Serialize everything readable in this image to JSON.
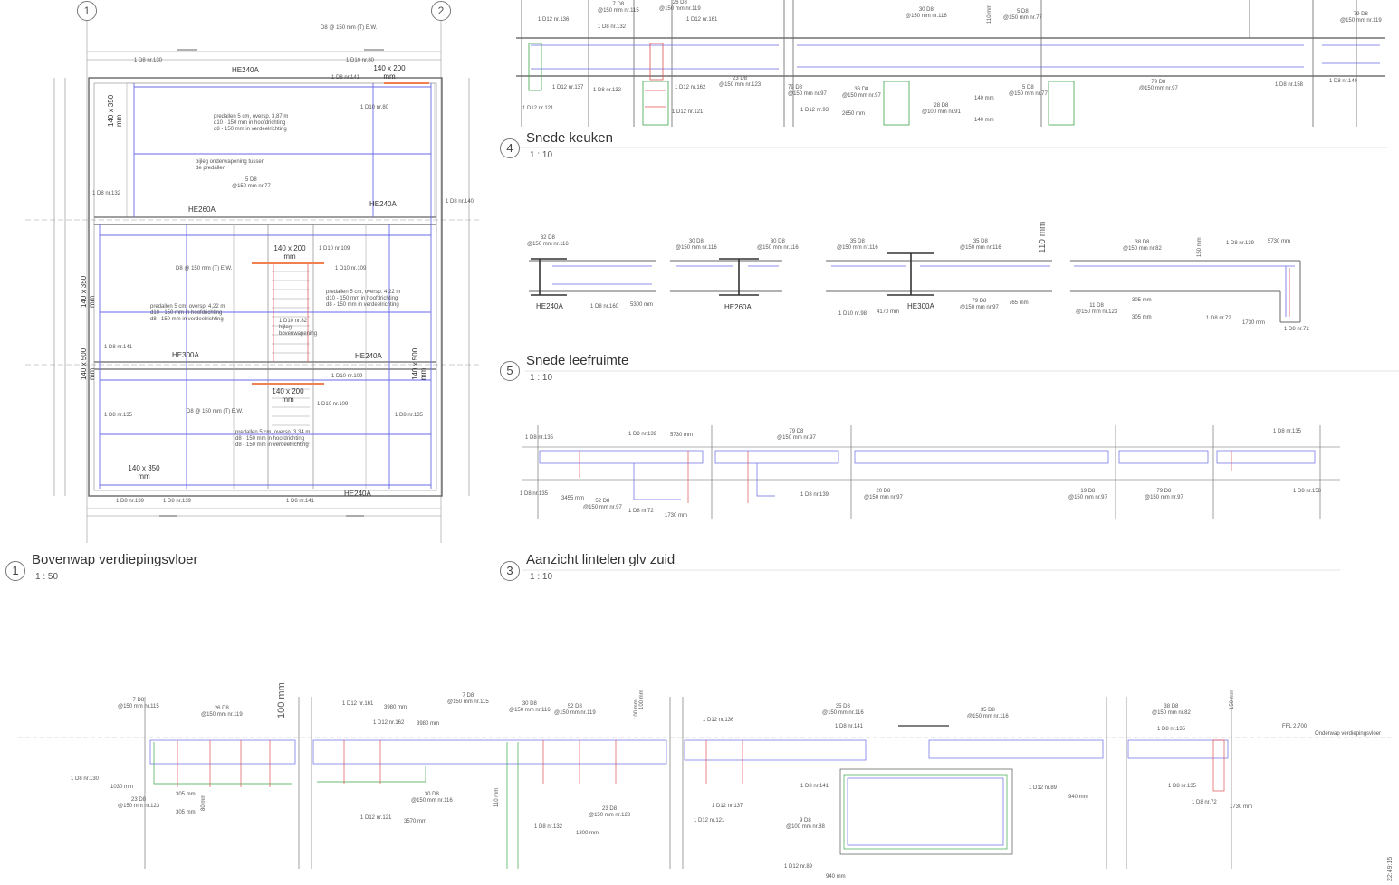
{
  "grid_markers": [
    "1",
    "2"
  ],
  "views": [
    {
      "number": "1",
      "title": "Bovenwap verdiepingsvloer",
      "scale": "1 : 50"
    },
    {
      "number": "4",
      "title": "Snede keuken",
      "scale": "1 : 10"
    },
    {
      "number": "5",
      "title": "Snede leefruimte",
      "scale": "1 : 10"
    },
    {
      "number": "3",
      "title": "Aanzicht lintelen glv zuid",
      "scale": "1 : 10"
    }
  ],
  "plan": {
    "beams": [
      "HE240A",
      "HE260A",
      "HE240A",
      "HE300A",
      "HE240A",
      "HE240A"
    ],
    "openings": [
      "140 x 200\nmm",
      "140 x 350\nmm",
      "140 x 200\nmm",
      "140 x 350\nmm",
      "140 x 500\nmm",
      "140 x 200\nmm",
      "140 x 500\nmm",
      "140 x 350\nmm"
    ],
    "notes": [
      "D8 @ 150 mm (T) E.W.",
      "predallen 5 cm, oversp. 3,87 m\nd10 - 150 mm in hoofdrichting\nd8 - 150 mm in verdeelrichting",
      "bijleg onderwapening tussen\nde predallen",
      "5 D8\n@150 mm nr.77",
      "D8 @ 150 mm (T) E.W.",
      "predallen 5 cm, oversp. 4,22 m\nd10 - 150 mm in hoofdrichting\nd8 - 150 mm in verdeelrichting",
      "predallen 5 cm, oversp. 4,22 m\nd10 - 150 mm in hoofdrichting\nd8 - 150 mm in verdeelrichting",
      "1 D10 nr.82\nbijleg\nbovenwapening",
      "D8 @ 150 mm (T) E.W.",
      "predallen 5 cm, oversp. 3,34 m\nd8 - 150 mm in hoofdrichting\nd8 - 150 mm in verdeelrichting"
    ],
    "bar_labels": [
      "1 D8 nr.130",
      "1 D10 nr.80",
      "1 D8 nr.141",
      "1 D10 nr.80",
      "1 D8 nr.132",
      "1 D8 nr.140",
      "1 D10 nr.109",
      "1 D10 nr.109",
      "1 D8 nr.141",
      "1 D10 nr.109",
      "1 D10 nr.109",
      "1 D8 nr.135",
      "1 D8 nr.135",
      "1 D8 nr.139",
      "1 D8 nr.139",
      "1 D8 nr.141"
    ]
  },
  "section4_labels": [
    "7 D8\n@150 mm nr.115",
    "26 D8\n@150 mm nr.119",
    "1 D12 nr.161",
    "1 D12 nr.136",
    "1 D8 nr.132",
    "1 D12 nr.137",
    "1 D12 nr.162",
    "23 D8\n@150 mm nr.123",
    "1 D12 nr.121",
    "1 D8 nr.132",
    "1 D12 nr.121",
    "30 D8\n@150 mm nr.116",
    "5 D8\n@150 mm nr.77",
    "79 D8\n@150 mm nr.97",
    "36 D8\n@150 mm nr.97",
    "1 D12 nr.93",
    "2650 mm",
    "28 D8\n@100 mm nr.91",
    "140 mm",
    "140 mm",
    "5 D8\n@150 mm nr.77",
    "79 D8\n@150 mm nr.97",
    "1 D8 nr.158",
    "1 D8 nr.140",
    "79 D8\n@150 mm nr.119",
    "110 mm"
  ],
  "section5_labels": [
    "32 D8\n@150 mm nr.116",
    "HE240A",
    "1 D8 nr.160",
    "5300 mm",
    "30 D8\n@150 mm nr.116",
    "30 D8\n@150 mm nr.116",
    "HE260A",
    "35 D8\n@150 mm nr.116",
    "35 D8\n@150 mm nr.116",
    "HE300A",
    "1 D10 nr.98",
    "4170 mm",
    "79 D8\n@150 mm nr.97",
    "765 mm",
    "38 D8\n@150 mm nr.82",
    "1 D8 nr.139",
    "5730 mm",
    "11 D8\n@150 mm nr.123",
    "305 mm",
    "305 mm",
    "1 D8 nr.72",
    "1730 mm",
    "1 D8 nr.72",
    "110 mm",
    "150 mm"
  ],
  "elev3_labels": [
    "1 D8 nr.135",
    "1 D8 nr.139",
    "5730 mm",
    "79 D8\n@150 mm nr.97",
    "1 D8 nr.135",
    "1 D8 nr.135",
    "3455 mm",
    "52 D8\n@150 mm nr.97",
    "1 D8 nr.72",
    "1730 mm",
    "1 D8 nr.139",
    "20 D8\n@150 mm nr.97",
    "19 D8\n@150 mm nr.97",
    "79 D8\n@150 mm nr.97",
    "1 D8 nr.158"
  ],
  "bottom_labels": [
    "7 D8\n@150 mm nr.115",
    "26 D8\n@150 mm nr.119",
    "1 D12 nr.161",
    "3980 mm",
    "1 D12 nr.162",
    "3980 mm",
    "7 D8\n@150 mm nr.115",
    "30 D8\n@150 mm nr.116",
    "52 D8\n@150 mm nr.119",
    "1 D12 nr.136",
    "35 D8\n@150 mm nr.116",
    "1 D8 nr.141",
    "35 D8\n@150 mm nr.116",
    "38 D8\n@150 mm nr.82",
    "1 D8 nr.135",
    "FFL 2,700",
    "Onderwap verdiepingsvloer",
    "1 D8 nr.130",
    "1030 mm",
    "23 D8\n@150 mm nr.123",
    "305 mm",
    "305 mm",
    "30 D8\n@150 mm nr.116",
    "1 D12 nr.121",
    "3570 mm",
    "1 D8 nr.132",
    "1300 mm",
    "23 D8\n@150 mm nr.123",
    "1 D12 nr.137",
    "1 D12 nr.121",
    "1 D8 nr.141",
    "9 D8\n@100 mm nr.88",
    "1 D12 nr.89",
    "940 mm",
    "1 D12 nr.89",
    "940 mm",
    "1 D8 nr.135",
    "1 D8 nr.72",
    "1730 mm",
    "100 mm",
    "100 mm",
    "110 mm",
    "100 mm",
    "150 mm",
    "80 mm"
  ],
  "timestamp": "22:49:15",
  "colors": {
    "line": "#555555",
    "blue_rebar": "#5a5ae6",
    "red_rebar": "#e05050",
    "green_rebar": "#3aa64a",
    "orange": "#f08050"
  }
}
